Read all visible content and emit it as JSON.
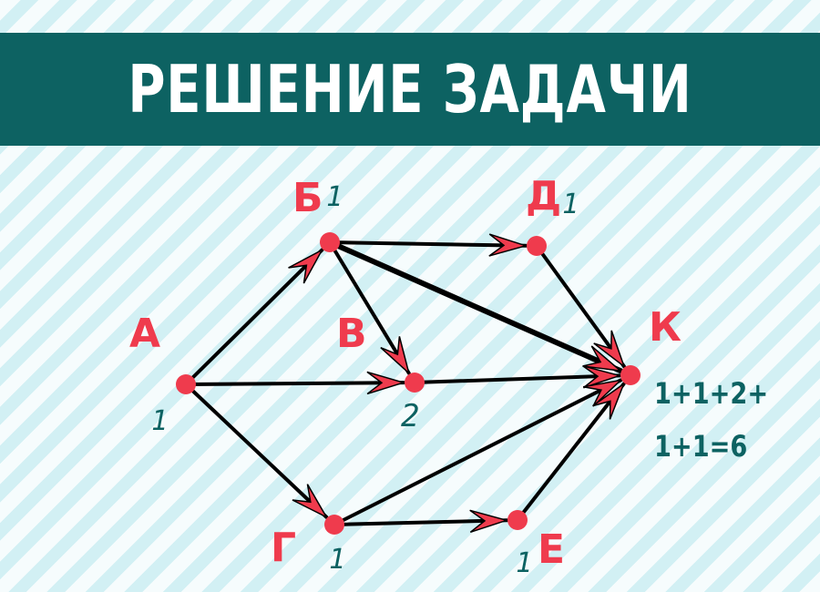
{
  "title": "РЕШЕНИЕ ЗАДАЧИ",
  "colors": {
    "banner": "#0d6262",
    "node": "#ef3b4d",
    "edge": "#000000",
    "arrow_head": "#ef3b4d",
    "annotation": "#0d6262"
  },
  "nodes": [
    {
      "id": "A",
      "label": "А",
      "count": "1"
    },
    {
      "id": "B",
      "label": "Б",
      "count": "1"
    },
    {
      "id": "V",
      "label": "В",
      "count": "2"
    },
    {
      "id": "G",
      "label": "Г",
      "count": "1"
    },
    {
      "id": "D",
      "label": "Д",
      "count": "1"
    },
    {
      "id": "E",
      "label": "Е",
      "count": "1"
    },
    {
      "id": "K",
      "label": "К",
      "count": ""
    }
  ],
  "edges": [
    [
      "A",
      "B"
    ],
    [
      "A",
      "V"
    ],
    [
      "A",
      "G"
    ],
    [
      "B",
      "D"
    ],
    [
      "B",
      "V"
    ],
    [
      "B",
      "K"
    ],
    [
      "V",
      "K"
    ],
    [
      "D",
      "K"
    ],
    [
      "G",
      "E"
    ],
    [
      "G",
      "K"
    ],
    [
      "E",
      "K"
    ]
  ],
  "sum_lines": [
    "1+1+2+",
    "1+1=6"
  ]
}
